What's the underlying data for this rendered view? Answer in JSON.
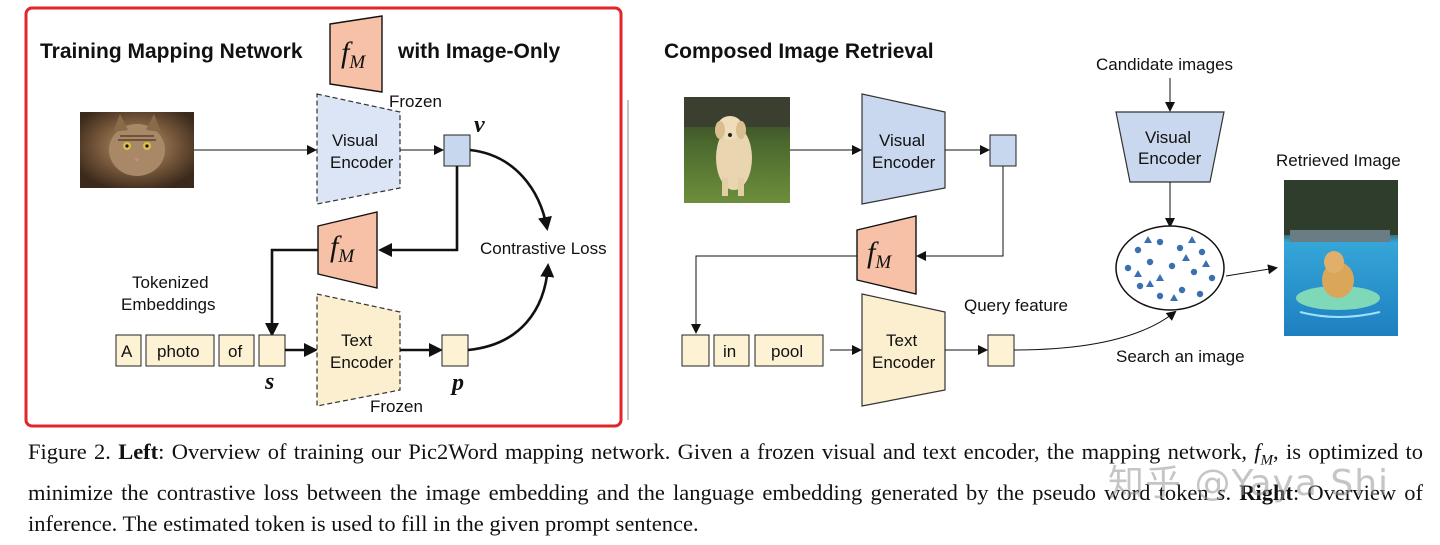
{
  "left_panel": {
    "title_pre": "Training Mapping Network",
    "title_post": "with Image-Only",
    "fm_symbol": "f",
    "fm_sub": "M",
    "frozen_top": "Frozen",
    "frozen_bottom": "Frozen",
    "visual_encoder": [
      "Visual",
      "Encoder"
    ],
    "text_encoder": [
      "Text",
      "Encoder"
    ],
    "v_label": "v",
    "s_label": "s",
    "p_label": "p",
    "contrastive_loss": "Contrastive Loss",
    "tokenized_embeddings": [
      "Tokenized",
      "Embeddings"
    ],
    "tokens": [
      "A",
      "photo",
      "of"
    ]
  },
  "right_panel": {
    "title": "Composed Image Retrieval",
    "candidate_images": "Candidate images",
    "visual_encoder_query": [
      "Visual",
      "Encoder"
    ],
    "visual_encoder_candidates": [
      "Visual",
      "Encoder"
    ],
    "text_encoder": [
      "Text",
      "Encoder"
    ],
    "retrieved_image": "Retrieved Image",
    "query_feature": "Query feature",
    "search_an_image": "Search an image",
    "tokens": [
      "in",
      "pool"
    ]
  },
  "caption": {
    "label": "Figure 2.",
    "left_bold": "Left",
    "left_text": ": Overview of training our Pic2Word mapping network. Given a frozen visual and text encoder, the mapping network, ",
    "fm_symbol": "f",
    "fm_sub": "M",
    "left_text_2": ", is optimized to minimize the contrastive loss between the image embedding and the language embedding generated by the pseudo word token ",
    "s_symbol": "s",
    "left_text_3": ". ",
    "right_bold": "Right",
    "right_text": ": Overview of inference. The estimated token is used to fill in the given prompt sentence."
  },
  "watermark": "知乎 @Yaya Shi",
  "colors": {
    "highlight_border": "#e0262a",
    "visual_encoder_fill": "#dbe5f5",
    "visual_encoder_fill_right": "#c9d8ef",
    "text_encoder_fill": "#fcefcf",
    "mapping_fill": "#f6c1a6",
    "embedding_fill": "#c6d7ee",
    "token_fill": "#fdf2d3",
    "dot_color": "#3a6fb0"
  }
}
